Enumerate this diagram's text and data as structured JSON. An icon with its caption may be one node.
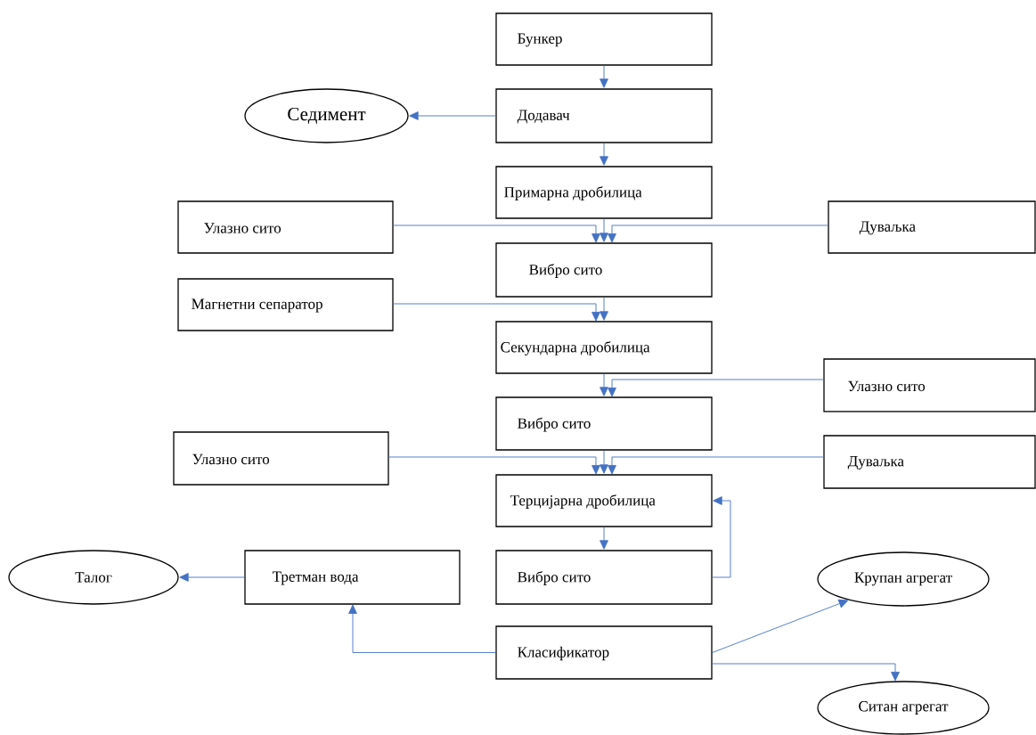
{
  "diagram": {
    "nodes": [
      {
        "text": [
          "Бункер"
        ]
      },
      {
        "text": [
          "Седимент"
        ]
      },
      {
        "text": [
          "Додавач"
        ]
      },
      {
        "text": [
          "Примарна дробилица"
        ]
      },
      {
        "text": [
          "Улазно сито"
        ]
      },
      {
        "text": [
          "Дуваљка"
        ]
      },
      {
        "text": [
          "Вибро сито"
        ]
      },
      {
        "text": [
          "Магнетни сепаратор"
        ]
      },
      {
        "text": [
          "Секундарна дробилица"
        ]
      },
      {
        "text": [
          "Улазно сито"
        ]
      },
      {
        "text": [
          "Вибро сито"
        ]
      },
      {
        "text": [
          "Улазно сито"
        ]
      },
      {
        "text": [
          "Дуваљка"
        ]
      },
      {
        "text": [
          "Терцијарна дробилица"
        ]
      },
      {
        "text": [
          "Талог"
        ]
      },
      {
        "text": [
          "Третман вода"
        ]
      },
      {
        "text": [
          "Вибро сито"
        ]
      },
      {
        "text": [
          "Крупан агрегат"
        ]
      },
      {
        "text": [
          "Класификатор"
        ]
      },
      {
        "text": [
          "Ситан агрегат"
        ]
      }
    ],
    "edges": [
      {
        "from": 0,
        "to": 2,
        "arrow": "to"
      },
      {
        "from": 2,
        "to": 1,
        "arrow": "to"
      },
      {
        "from": 2,
        "to": 3,
        "arrow": "to"
      },
      {
        "from": 3,
        "to": 6,
        "arrow": "to"
      },
      {
        "from": 4,
        "to": 6,
        "arrow": "to"
      },
      {
        "from": 5,
        "to": 6,
        "arrow": "to"
      },
      {
        "from": 6,
        "to": 8,
        "arrow": "to"
      },
      {
        "from": 7,
        "to": 8,
        "arrow": "to"
      },
      {
        "from": 8,
        "to": 10,
        "arrow": "to"
      },
      {
        "from": 9,
        "to": 10,
        "arrow": "to"
      },
      {
        "from": 10,
        "to": 13,
        "arrow": "to"
      },
      {
        "from": 11,
        "to": 13,
        "arrow": "to"
      },
      {
        "from": 12,
        "to": 13,
        "arrow": "to"
      },
      {
        "from": 13,
        "to": 16,
        "arrow": "to"
      },
      {
        "from": 16,
        "to": 13,
        "arrow": "to"
      },
      {
        "from": 18,
        "to": 15,
        "arrow": "to"
      },
      {
        "from": 15,
        "to": 14,
        "arrow": "to"
      },
      {
        "from": 18,
        "to": 17,
        "arrow": "to"
      },
      {
        "from": 18,
        "to": 19,
        "arrow": "to"
      }
    ]
  }
}
